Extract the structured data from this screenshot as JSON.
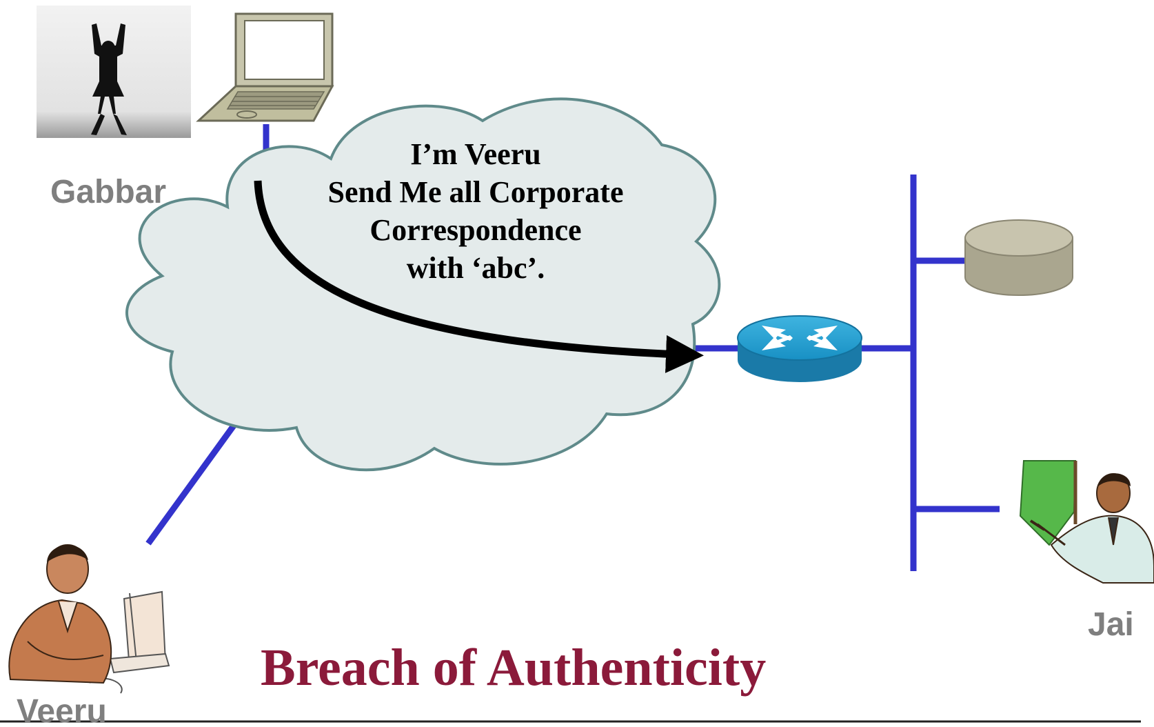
{
  "title": "Breach of Authenticity",
  "message": {
    "lines": [
      "I’m Veeru",
      "Send Me all Corporate",
      "Correspondence",
      "with ‘abc’."
    ]
  },
  "actors": {
    "attacker": "Gabbar",
    "sender": "Veeru",
    "receiver": "Jai"
  },
  "colors": {
    "title": "#8b1a3a",
    "labels": "#7f7f7f",
    "network_line": "#3333cc",
    "cloud_fill": "#e4ebeb",
    "router": "#1a8fc0",
    "server": "#b8b39e"
  },
  "icons": {
    "attacker": "silhouette-figure-icon",
    "laptop": "laptop-icon",
    "router": "router-icon",
    "server": "database-server-icon",
    "sender": "person-at-computer-icon",
    "receiver": "presenter-icon"
  }
}
